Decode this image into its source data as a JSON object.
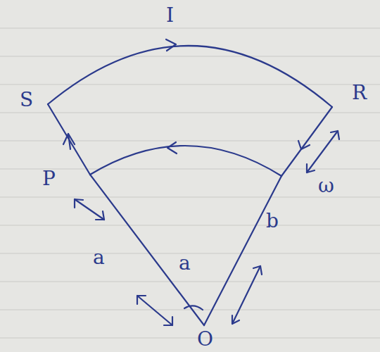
{
  "diagram": {
    "labels": [
      "I",
      "S",
      "R",
      "P",
      "a",
      "a",
      "b",
      "ω",
      "O"
    ]
  }
}
